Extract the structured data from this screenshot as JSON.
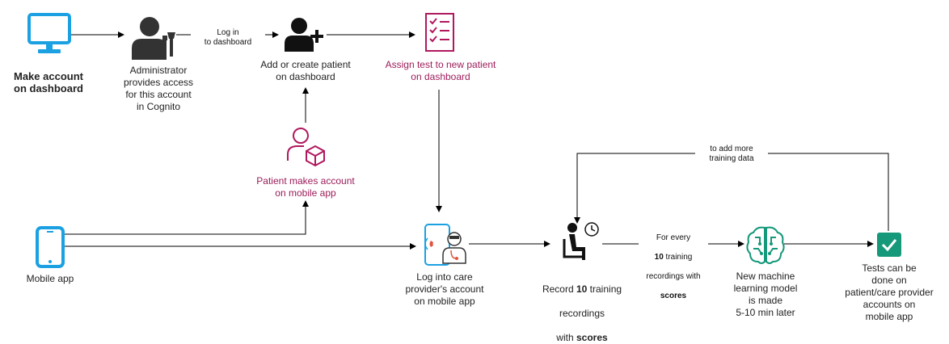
{
  "nodes": {
    "make_account": {
      "line1": "Make account",
      "line2": "on dashboard"
    },
    "admin": "Administrator\nprovides access\nfor this account\nin Cognito",
    "add_patient": "Add or create patient\non dashboard",
    "assign_test": "Assign test to new patient\non dashboard",
    "patient_account": "Patient makes account\non mobile app",
    "mobile_app": "Mobile app",
    "care_provider": "Log into care\nprovider's account\non mobile app",
    "record": {
      "line1_pre": "Record ",
      "line1_bold": "10",
      "line1_post": " training",
      "line2": "recordings",
      "line3_pre": "with ",
      "line3_bold": "scores"
    },
    "ml_model": "New machine\nlearning model\nis made\n5-10 min later",
    "tests_done": "Tests can be\ndone on\npatient/care provider\naccounts on\nmobile app"
  },
  "edges": {
    "login": "Log in\nto dashboard",
    "add_more": "to add more\ntraining data",
    "every": {
      "line1": "For every",
      "line2_bold": "10",
      "line2_post": " training",
      "line3": "recordings with",
      "line4": "scores"
    }
  },
  "colors": {
    "blue": "#1ba1e2",
    "dark": "#333333",
    "pink": "#b0185e",
    "green": "#16987a"
  },
  "icons": [
    "monitor-icon",
    "administrator-icon",
    "add-user-icon",
    "checklist-icon",
    "patient-account-icon",
    "mobile-phone-icon",
    "doctor-phone-icon",
    "seated-timer-icon",
    "brain-circuit-icon",
    "checkmark-icon"
  ]
}
